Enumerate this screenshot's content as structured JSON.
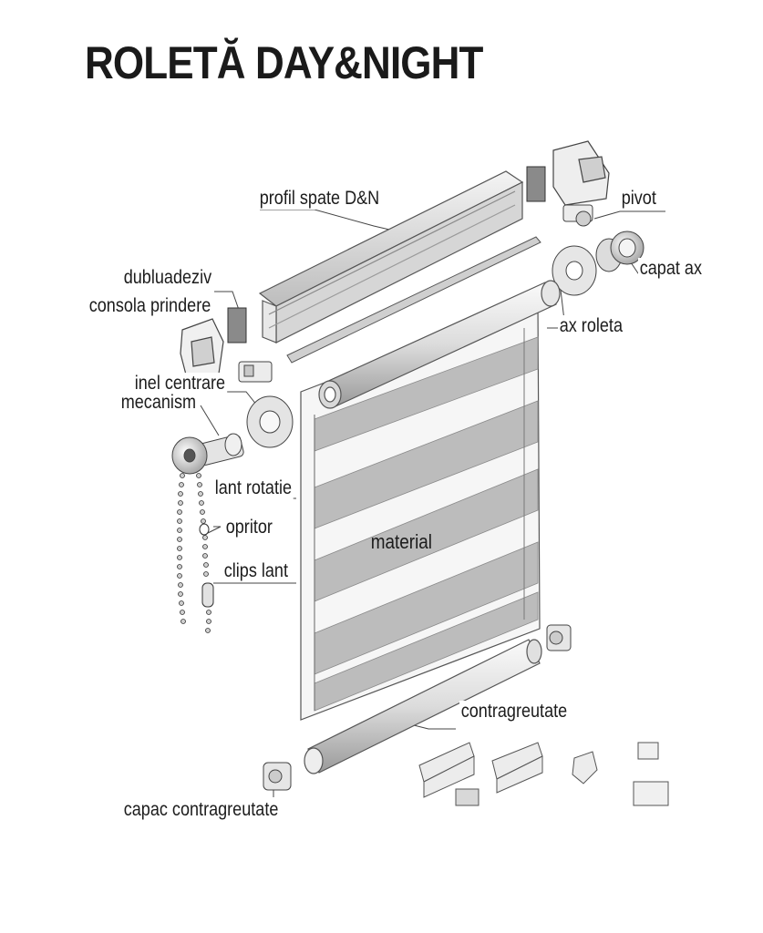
{
  "diagram": {
    "title": "ROLETĂ DAY&NIGHT",
    "labels": {
      "profil_spate": "profil spate D&N",
      "pivot": "pivot",
      "capat_ax": "capat ax",
      "dublu_adeziv": "dubluadeziv",
      "consola_prindere": "consola prindere",
      "ax_roleta": "ax roleta",
      "inel_centrare": "inel centrare",
      "mecanism": "mecanism",
      "lant_rotatie": "lant rotatie",
      "opritor": "opritor",
      "clips_lant": "clips lant",
      "material": "material",
      "contragreutate": "contragreutate",
      "capac_contragreutate": "capac contragreutate"
    }
  }
}
